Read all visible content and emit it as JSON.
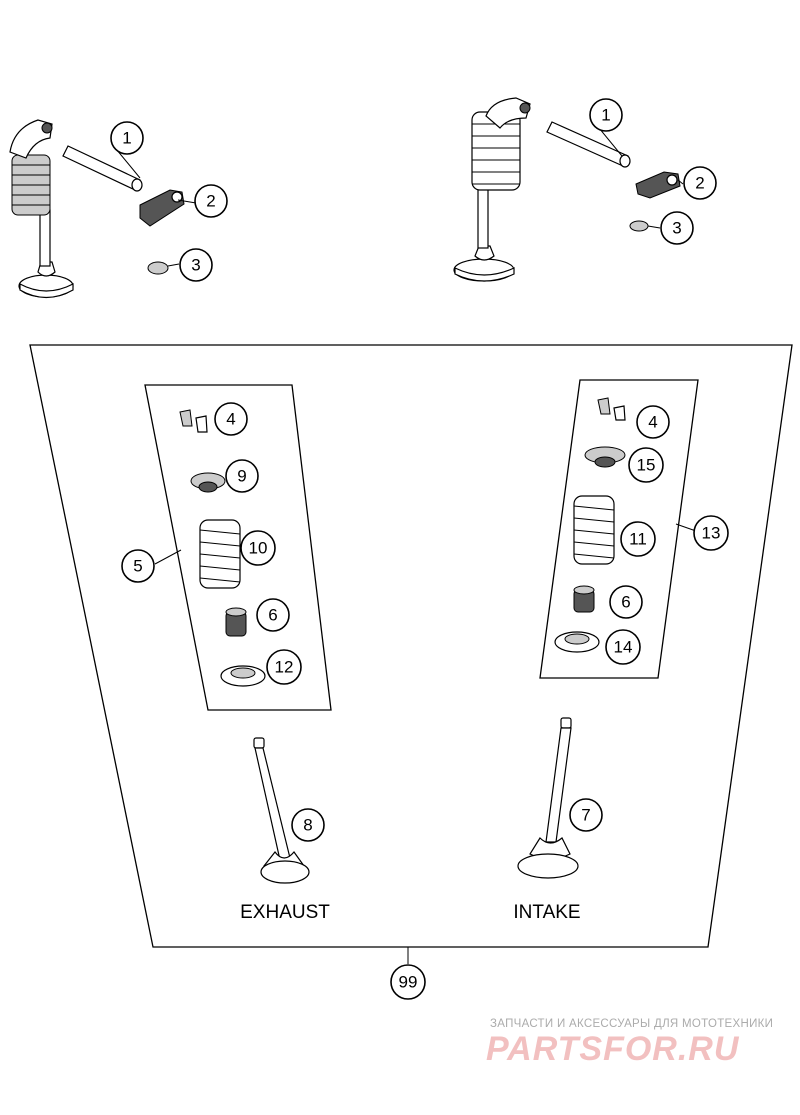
{
  "labels": {
    "exhaust": "EXHAUST",
    "intake": "INTAKE"
  },
  "callouts": {
    "c1a": "1",
    "c2a": "2",
    "c3a": "3",
    "c1b": "1",
    "c2b": "2",
    "c3b": "3",
    "c4a": "4",
    "c9": "9",
    "c10": "10",
    "c5": "5",
    "c6a": "6",
    "c12": "12",
    "c4b": "4",
    "c15": "15",
    "c11": "11",
    "c13": "13",
    "c6b": "6",
    "c14": "14",
    "c8": "8",
    "c7": "7",
    "c99": "99"
  },
  "watermark": {
    "tagline": "ЗАПЧАСТИ И АКСЕССУАРЫ ДЛЯ МОТОТЕХНИКИ",
    "logo": "PARTSFOR.RU"
  },
  "colors": {
    "line": "#000000",
    "watermark_red": "#f2c0c0",
    "watermark_grey": "#ababab"
  }
}
